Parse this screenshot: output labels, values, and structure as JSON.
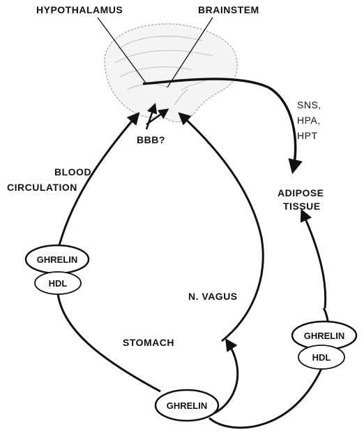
{
  "labels": {
    "hypothalamus": "HYPOTHALAMUS",
    "brainstem": "BRAINSTEM",
    "bbb": "BBB?",
    "sns": "SNS,",
    "hpa": "HPA,",
    "hpt": "HPT",
    "adipose_line1": "ADIPOSE",
    "adipose_line2": "TISSUE",
    "blood_line1": "BLOOD",
    "blood_line2": "CIRCULATION",
    "vagus": "N. VAGUS",
    "stomach": "STOMACH"
  },
  "nodes": {
    "left_ghrelin": "GHRELIN",
    "left_hdl": "HDL",
    "right_ghrelin": "GHRELIN",
    "right_hdl": "HDL",
    "stomach_ghrelin": "GHRELIN"
  }
}
